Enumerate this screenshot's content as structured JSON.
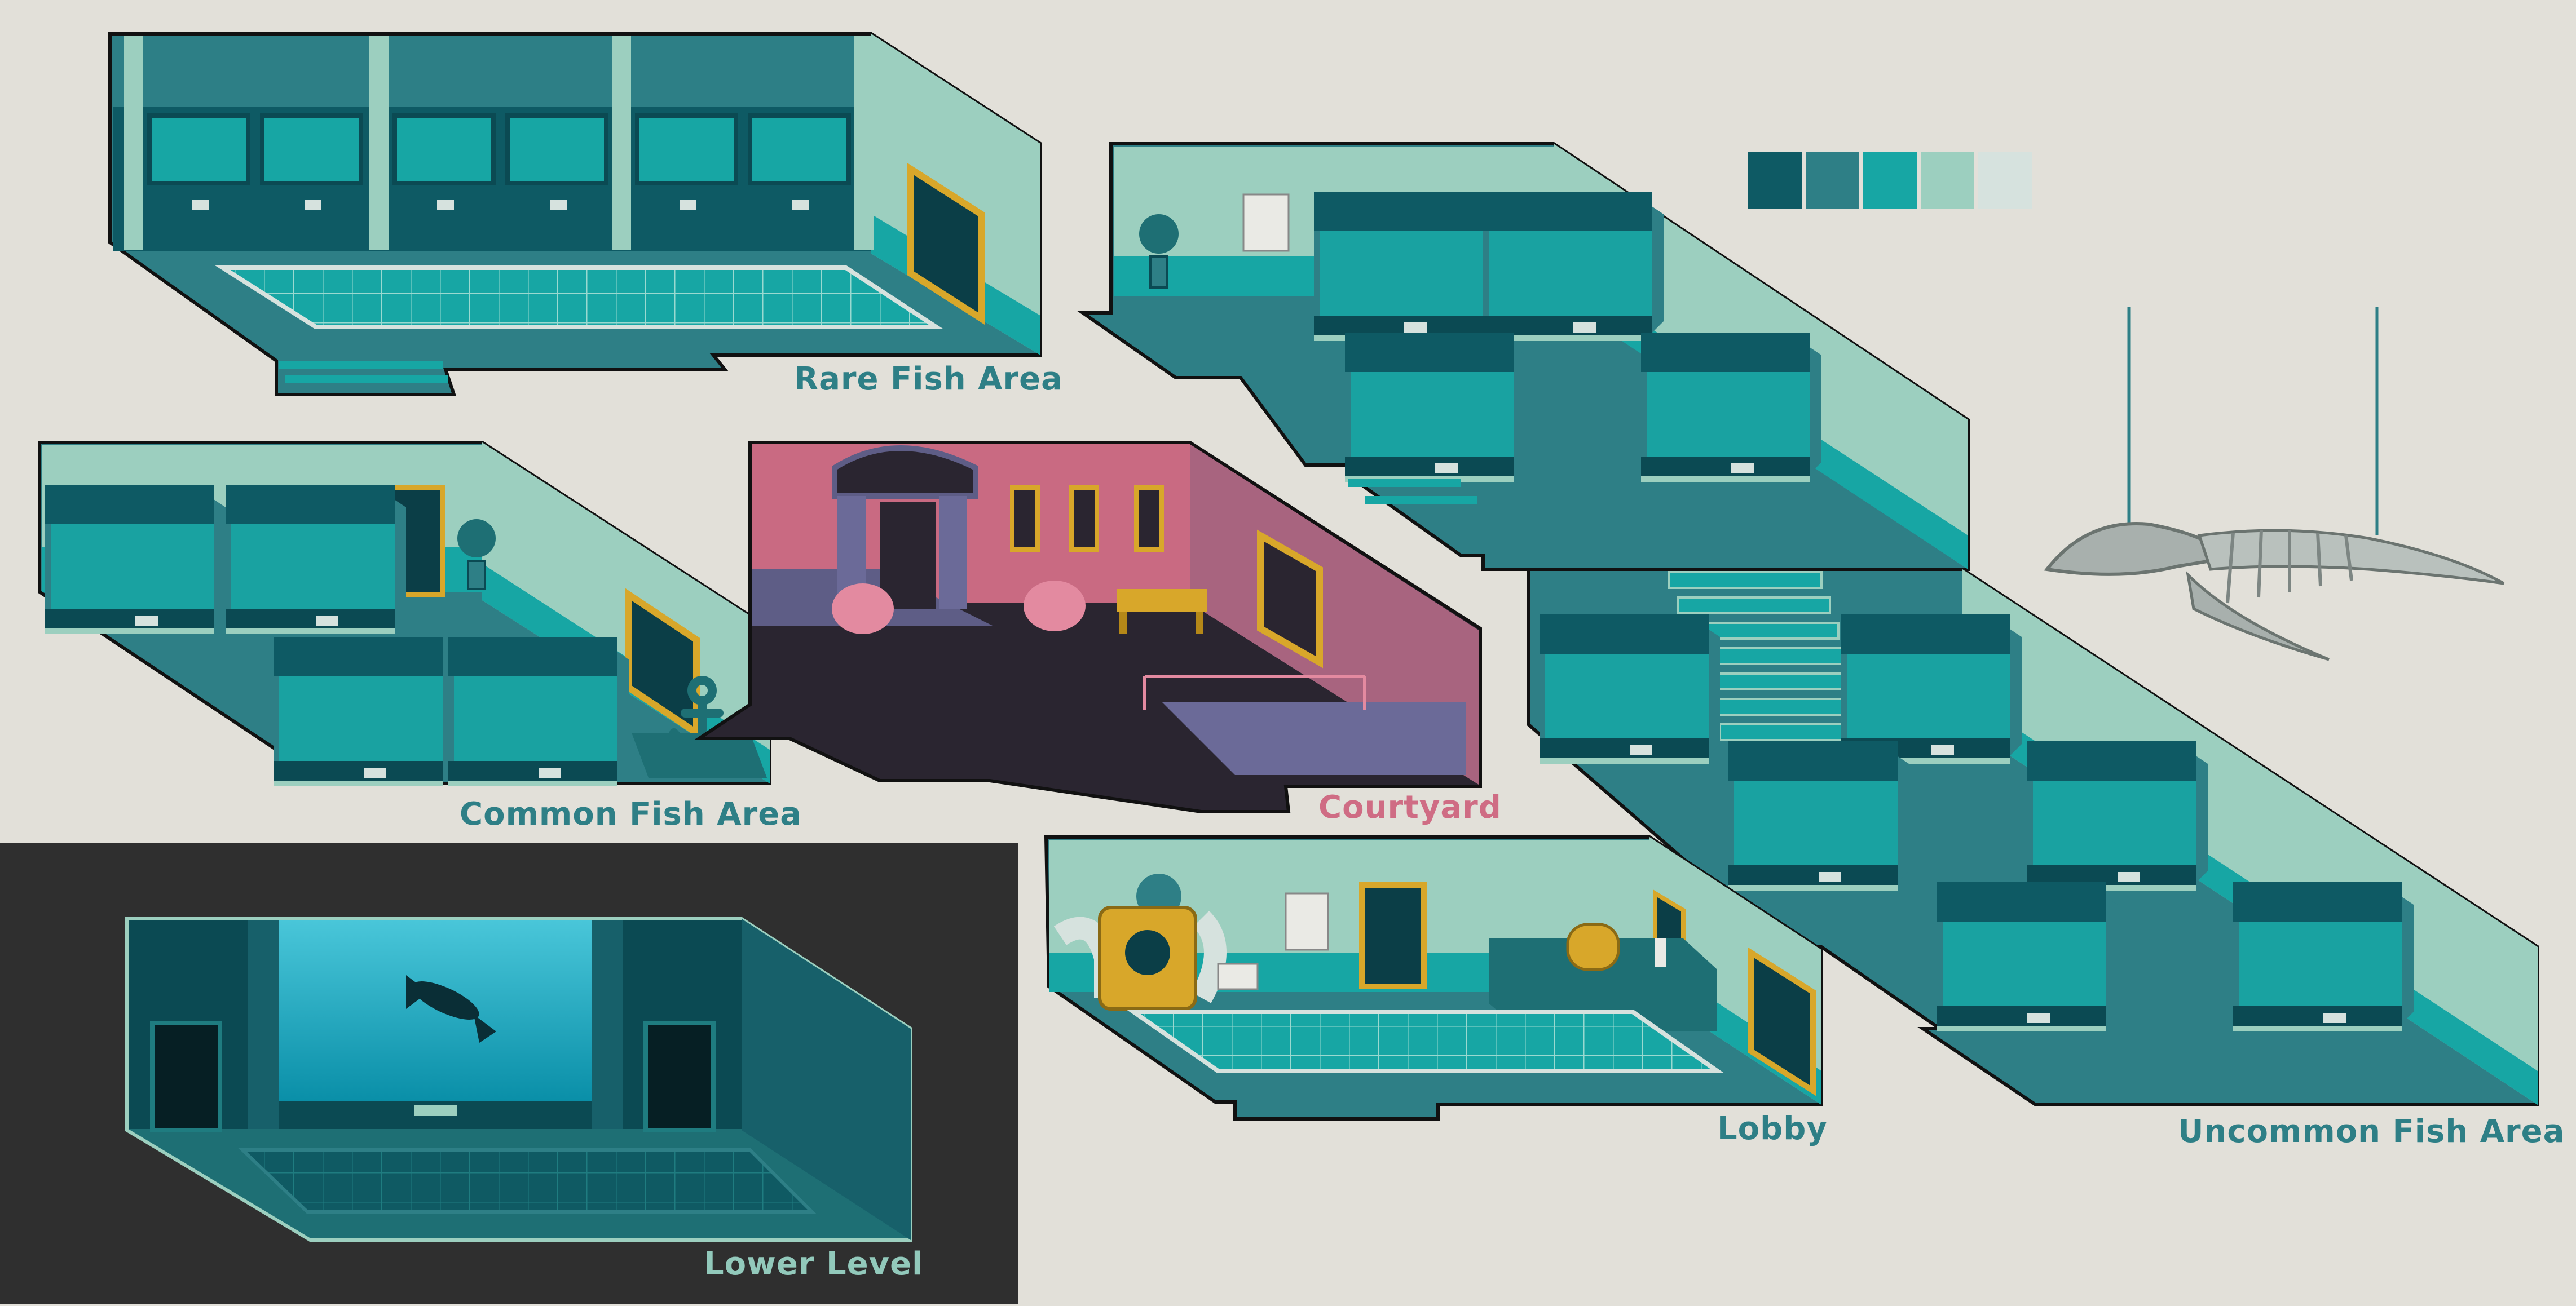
{
  "labels": {
    "rare": "Rare Fish Area",
    "common": "Common Fish Area",
    "courtyard": "Courtyard",
    "lower": "Lower Level",
    "lobby": "Lobby",
    "uncommon": "Uncommon Fish Area"
  },
  "colors": {
    "background": "#e2e0d9",
    "palette": [
      "#0e5a64",
      "#2e7f86",
      "#17a6a4",
      "#9ccfbf",
      "#d6e2de"
    ],
    "courtyard_wall": "#c96a82",
    "courtyard_floor": "#2a2530",
    "lower_bg": "#2f2f2f",
    "accent_gold": "#d8a72a",
    "label_teal": "#2e7f86",
    "label_pink": "#cf6c84",
    "label_mint": "#92c9bb"
  },
  "icons": {
    "whale": "whale-skeleton-icon",
    "anchor": "anchor-icon",
    "plant": "potted-plant-icon",
    "diver": "diving-suit-icon"
  }
}
